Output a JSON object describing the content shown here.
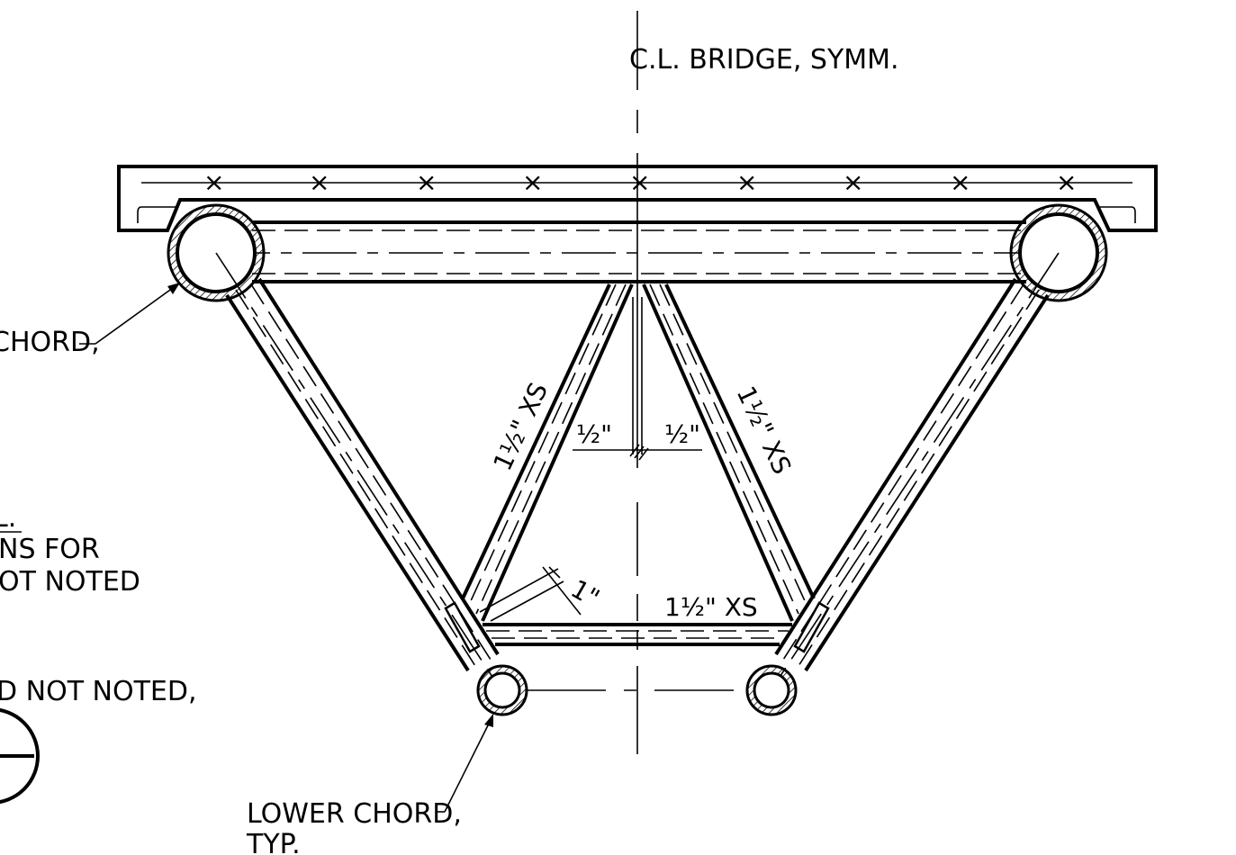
{
  "title": "C.L. BRIDGE, SYMM.",
  "labels": {
    "upper_chord": "CHORD,",
    "note_line1": "L.",
    "note_line2": "NS FOR",
    "note_line3": "OT NOTED",
    "note_line4": "D NOT NOTED,",
    "lower_chord_line1": "LOWER CHORD,",
    "lower_chord_line2": "TYP.",
    "diag_left": "1½\" XS",
    "diag_right": "1½\" XS",
    "bottom_strut": "1½\" XS",
    "offset_left": "½\"",
    "offset_right": "½\"",
    "dim_1in": "1\""
  },
  "colors": {
    "ink": "#000000",
    "paper": "#ffffff"
  }
}
